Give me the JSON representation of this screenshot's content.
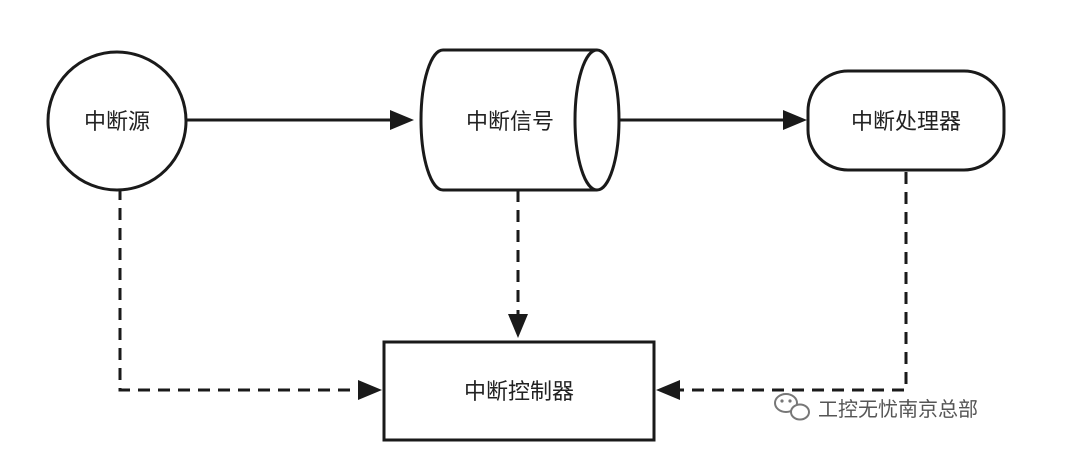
{
  "nodes": {
    "source": {
      "label": "中断源"
    },
    "signal": {
      "label": "中断信号"
    },
    "processor": {
      "label": "中断处理器"
    },
    "controller": {
      "label": "中断控制器"
    }
  },
  "watermark": {
    "text": "工控无忧南京总部",
    "icon": "wechat-icon"
  },
  "colors": {
    "stroke": "#1a1a1a",
    "background": "#ffffff",
    "text": "#222222"
  }
}
